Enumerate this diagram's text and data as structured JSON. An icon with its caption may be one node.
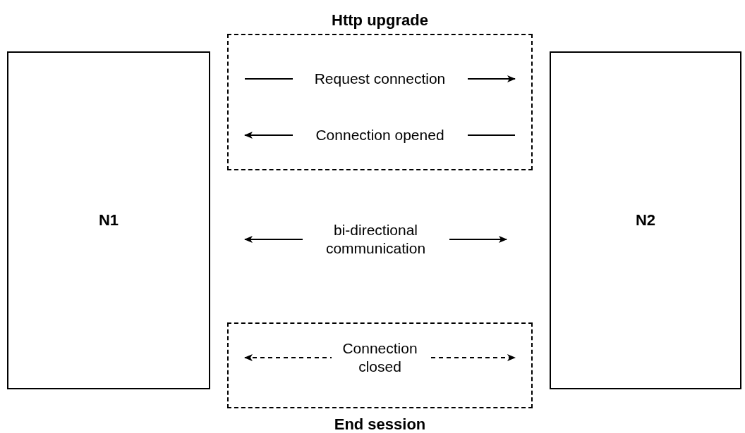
{
  "diagram": {
    "nodes": [
      {
        "text": [
          "Http upgrade"
        ]
      },
      {
        "text": [
          "N1"
        ]
      },
      {
        "text": [
          "N2"
        ]
      },
      {
        "text": [
          "End session"
        ]
      }
    ],
    "labels": [
      "Request connection",
      "Connection opened",
      "bi-directional communication",
      "Connection closed"
    ]
  }
}
